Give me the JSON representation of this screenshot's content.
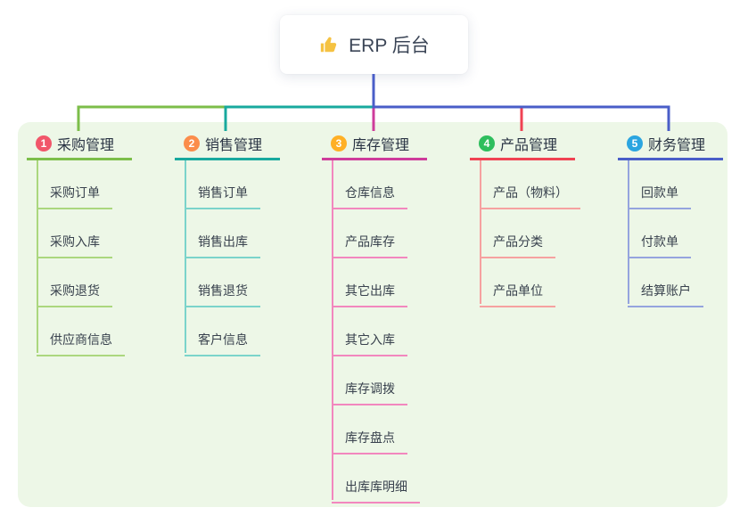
{
  "root": {
    "label": "ERP 后台",
    "icon": "thumbs-up-icon",
    "icon_color": "#F5C242",
    "text_color": "#3C4657"
  },
  "colors": {
    "canvas_bg": "#FFFFFF",
    "panel_bg": "#EDF7E7",
    "stem": "#4A5EC8"
  },
  "branches": [
    {
      "number": "1",
      "label": "采购管理",
      "badge_color": "#F1566A",
      "line_color": "#7CBE4A",
      "light_color": "#ABD77E",
      "children": [
        "采购订单",
        "采购入库",
        "采购退货",
        "供应商信息"
      ]
    },
    {
      "number": "2",
      "label": "销售管理",
      "badge_color": "#FB8D4B",
      "line_color": "#18A99E",
      "light_color": "#7BD4CB",
      "children": [
        "销售订单",
        "销售出库",
        "销售退货",
        "客户信息"
      ]
    },
    {
      "number": "3",
      "label": "库存管理",
      "badge_color": "#FFB025",
      "line_color": "#CE3C9B",
      "light_color": "#F287BE",
      "children": [
        "仓库信息",
        "产品库存",
        "其它出库",
        "其它入库",
        "库存调拨",
        "库存盘点",
        "出库库明细"
      ]
    },
    {
      "number": "4",
      "label": "产品管理",
      "badge_color": "#2EBE5D",
      "line_color": "#F04353",
      "light_color": "#F6A1A0",
      "children": [
        "产品（物料）",
        "产品分类",
        "产品单位"
      ]
    },
    {
      "number": "5",
      "label": "财务管理",
      "badge_color": "#2BA5E0",
      "line_color": "#4A5EC8",
      "light_color": "#95A4DE",
      "children": [
        "回款单",
        "付款单",
        "结算账户"
      ]
    }
  ]
}
